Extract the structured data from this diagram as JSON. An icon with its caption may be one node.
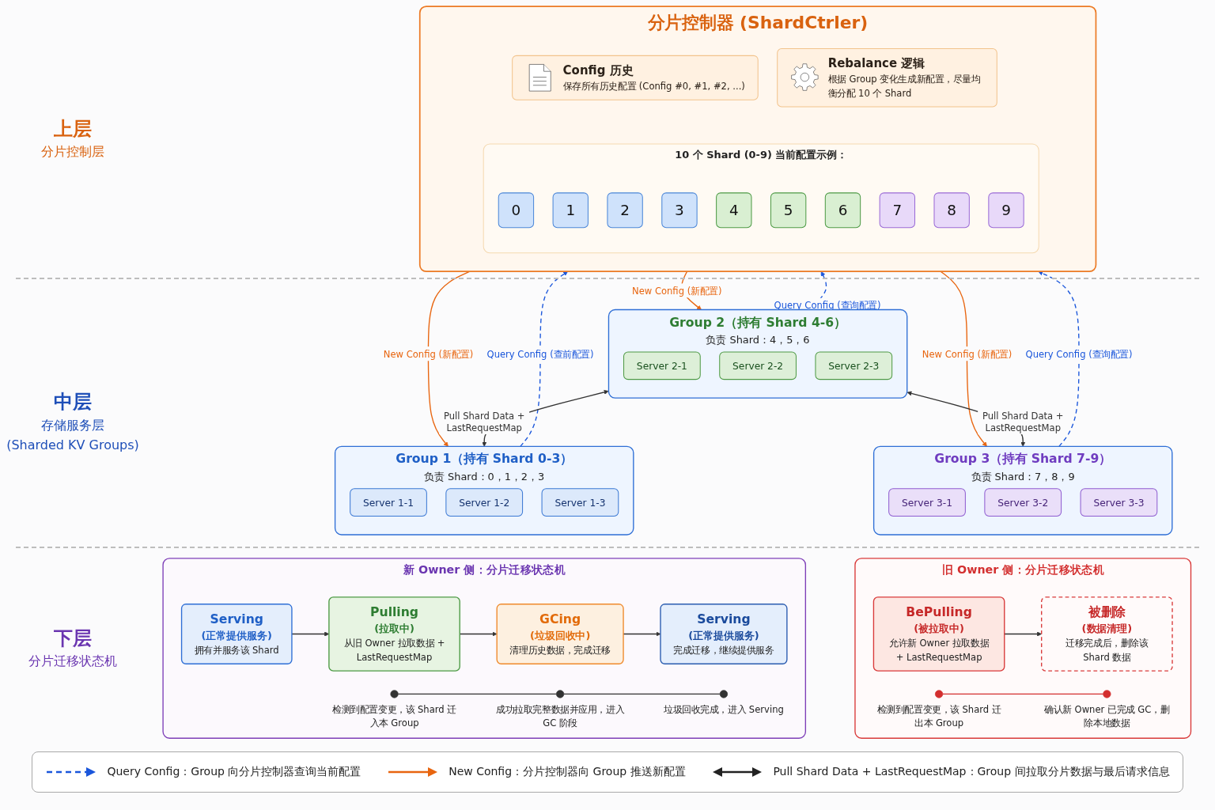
{
  "diagram": {
    "nodes": [
      {
        "text": [
          "分片控制器 (ShardCtrler)"
        ]
      },
      {
        "text": [
          "Config 历史",
          "保存所有历史配置 (Config #0, #1, #2, ...)"
        ],
        "in": 0
      },
      {
        "text": [
          "Rebalance 逻辑",
          "根据 Group 变化生成新配置，尽量均衡分配 10 个 Shard"
        ],
        "in": 0
      },
      {
        "text": [
          "10 个 Shard (0-9) 当前配置示例："
        ],
        "in": 0
      },
      {
        "text": [
          "0"
        ],
        "in": 3
      },
      {
        "text": [
          "1"
        ],
        "in": 3
      },
      {
        "text": [
          "2"
        ],
        "in": 3
      },
      {
        "text": [
          "3"
        ],
        "in": 3
      },
      {
        "text": [
          "4"
        ],
        "in": 3
      },
      {
        "text": [
          "5"
        ],
        "in": 3
      },
      {
        "text": [
          "6"
        ],
        "in": 3
      },
      {
        "text": [
          "7"
        ],
        "in": 3
      },
      {
        "text": [
          "8"
        ],
        "in": 3
      },
      {
        "text": [
          "9"
        ],
        "in": 3
      },
      {
        "text": [
          "Group 1（持有 Shard 0-3）",
          "负责 Shard：0，1，2，3"
        ]
      },
      {
        "text": [
          "Server 1-1"
        ],
        "in": 14
      },
      {
        "text": [
          "Server 1-2"
        ],
        "in": 14
      },
      {
        "text": [
          "Server 1-3"
        ],
        "in": 14
      },
      {
        "text": [
          "Group 2（持有 Shard 4-6）",
          "负责 Shard：4，5，6"
        ]
      },
      {
        "text": [
          "Server 2-1"
        ],
        "in": 18
      },
      {
        "text": [
          "Server 2-2"
        ],
        "in": 18
      },
      {
        "text": [
          "Server 2-3"
        ],
        "in": 18
      },
      {
        "text": [
          "Group 3（持有 Shard 7-9）",
          "负责 Shard：7，8，9"
        ]
      },
      {
        "text": [
          "Server 3-1"
        ],
        "in": 22
      },
      {
        "text": [
          "Server 3-2"
        ],
        "in": 22
      },
      {
        "text": [
          "Server 3-3"
        ],
        "in": 22
      },
      {
        "text": [
          "新 Owner 侧：分片迁移状态机"
        ]
      },
      {
        "text": [
          "Serving",
          "(正常提供服务)",
          "拥有并服务该 Shard"
        ],
        "in": 26
      },
      {
        "text": [
          "Pulling",
          "(拉取中)",
          "从旧 Owner 拉取数据 + LastRequestMap"
        ],
        "in": 26
      },
      {
        "text": [
          "GCing",
          "(垃圾回收中)",
          "清理历史数据，完成迁移"
        ],
        "in": 26
      },
      {
        "text": [
          "Serving",
          "(正常提供服务)",
          "完成迁移，继续提供服务"
        ],
        "in": 26
      },
      {
        "text": [],
        "shape": "circle",
        "beside": [
          "检测到配置变更，该 Shard 迁入本 Group"
        ],
        "in": 26
      },
      {
        "text": [],
        "shape": "circle",
        "beside": [
          "成功拉取完整数据并应用，进入 GC 阶段"
        ],
        "in": 26
      },
      {
        "text": [],
        "shape": "circle",
        "beside": [
          "垃圾回收完成，进入 Serving"
        ],
        "in": 26
      },
      {
        "text": [
          "旧 Owner 侧：分片迁移状态机"
        ]
      },
      {
        "text": [
          "BePulling",
          "(被拉取中)",
          "允许新 Owner 拉取数据 + LastRequestMap"
        ],
        "in": 34
      },
      {
        "text": [
          "被删除",
          "(数据清理)",
          "迁移完成后，删除该 Shard 数据"
        ],
        "in": 34
      },
      {
        "text": [],
        "shape": "circle",
        "beside": [
          "检测到配置变更，该 Shard 迁出本 Group"
        ],
        "in": 34
      },
      {
        "text": [],
        "shape": "circle",
        "beside": [
          "确认新 Owner 已完成 GC，删除本地数据"
        ],
        "in": 34
      }
    ],
    "edges": [
      {
        "from": 14,
        "to": 0,
        "arrow": "to",
        "label": "Query Config (查前配置)",
        "style": "dashed",
        "color": "#1a56db"
      },
      {
        "from": 0,
        "to": 14,
        "arrow": "to",
        "label": "New Config (新配置)",
        "color": "#e8650f"
      },
      {
        "from": 18,
        "to": 0,
        "arrow": "to",
        "label": "Query Config (查询配置)",
        "style": "dashed",
        "color": "#1a56db"
      },
      {
        "from": 0,
        "to": 18,
        "arrow": "to",
        "label": "New Config (新配置)",
        "color": "#e8650f"
      },
      {
        "from": 22,
        "to": 0,
        "arrow": "to",
        "label": "Query Config (查询配置)",
        "style": "dashed",
        "color": "#1a56db"
      },
      {
        "from": 0,
        "to": 22,
        "arrow": "to",
        "label": "New Config (新配置)",
        "color": "#e8650f"
      },
      {
        "from": 18,
        "to": 14,
        "arrow": "both",
        "label": "Pull Shard Data + LastRequestMap"
      },
      {
        "from": 18,
        "to": 22,
        "arrow": "both",
        "label": "Pull Shard Data + LastRequestMap"
      },
      {
        "from": 27,
        "to": 28,
        "arrow": "to"
      },
      {
        "from": 28,
        "to": 29,
        "arrow": "to"
      },
      {
        "from": 29,
        "to": 30,
        "arrow": "to"
      },
      {
        "from": 31,
        "to": 32,
        "arrow": "none"
      },
      {
        "from": 32,
        "to": 33,
        "arrow": "none"
      },
      {
        "from": 35,
        "to": 36,
        "arrow": "to"
      },
      {
        "from": 37,
        "to": 38,
        "arrow": "none",
        "color": "#d32f2f"
      }
    ],
    "labels": [
      "上层",
      "分片控制层",
      "中层",
      "存储服务层",
      "(Sharded KV Groups)",
      "下层",
      "分片迁移状态机"
    ],
    "legend": [
      {
        "text": "Query Config：Group 向分片控制器查询当前配置"
      },
      {
        "text": "New Config：分片控制器向 Group 推送新配置"
      },
      {
        "text": "Pull Shard Data + LastRequestMap：Group 间拉取分片数据与最后请求信息"
      }
    ]
  }
}
